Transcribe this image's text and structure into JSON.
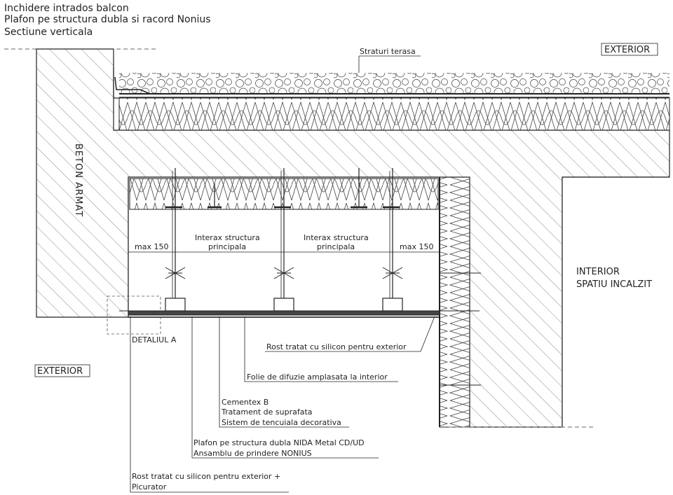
{
  "title": {
    "line1": "Inchidere intrados balcon",
    "line2": "Plafon pe structura dubla si racord Nonius",
    "line3": "Sectiune verticala"
  },
  "zones": {
    "exterior_top": "EXTERIOR",
    "exterior_left": "EXTERIOR",
    "interior_line1": "INTERIOR",
    "interior_line2": "SPATIU INCALZIT",
    "concrete": "BETON ARMAT"
  },
  "labels": {
    "terrace_layers": "Straturi terasa",
    "detail_a": "DETALIUL A",
    "max_left": "max 150",
    "max_right": "max 150",
    "interax1_line1": "Interax structura",
    "interax1_line2": "principala",
    "interax2_line1": "Interax structura",
    "interax2_line2": "principala",
    "rost_exterior": "Rost tratat cu silicon pentru exterior",
    "folie": "Folie de difuzie amplasata la interior",
    "cementex_line1": "Cementex B",
    "cementex_line2": "Tratament de suprafata",
    "cementex_line3": "Sistem de tencuiala decorativa",
    "plafon_line1": "Plafon pe structura dubla NIDA Metal CD/UD",
    "plafon_line2": "Ansamblu de prindere NONIUS",
    "rost_picurator_line1": "Rost tratat cu silicon pentru exterior +",
    "rost_picurator_line2": "Picurator"
  },
  "colors": {
    "line": "#222222",
    "hatch": "#8a8a8a",
    "background": "#ffffff"
  }
}
